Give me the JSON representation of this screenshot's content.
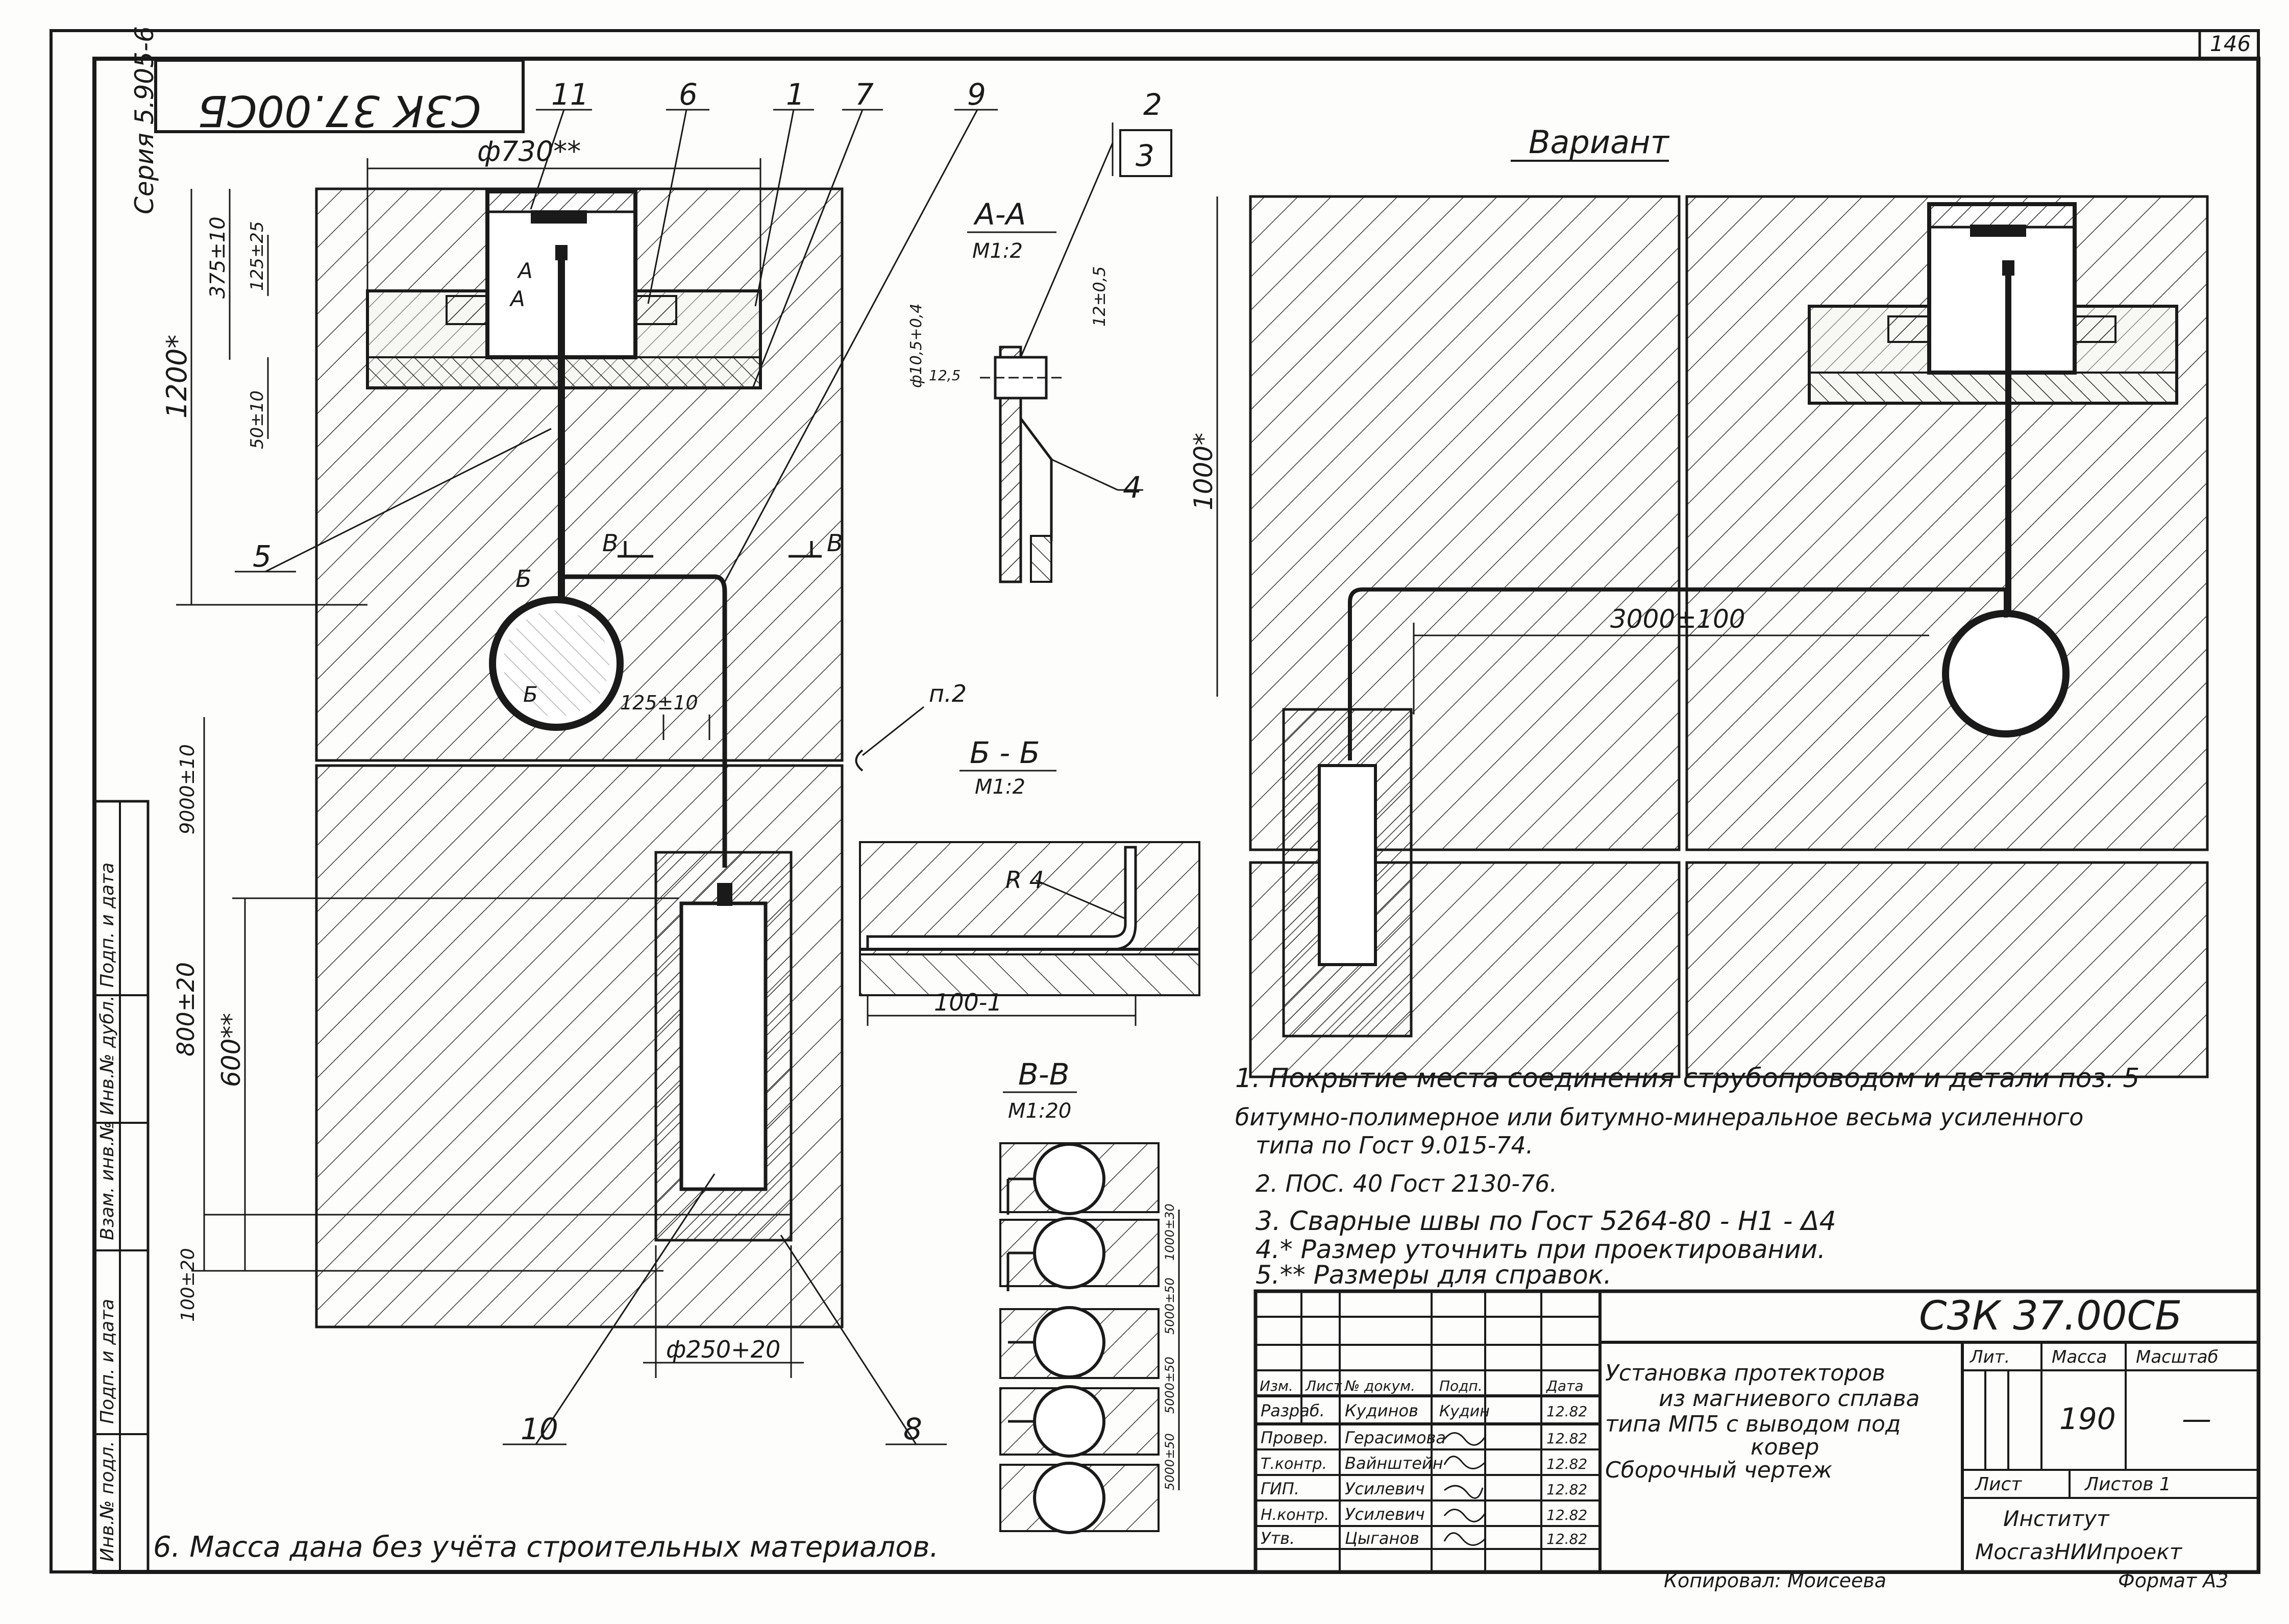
{
  "sheet": {
    "number": "146",
    "series": "Серия 5.905-6",
    "code_rotated": "С3К 37.00СБ",
    "copied_by": "Копировал: Моисеева",
    "format": "Формат А3"
  },
  "view_main": {
    "dims": {
      "diameter": "ф730**",
      "overall_h": "1200*",
      "top_h": "375±10",
      "cap_h": "125±25",
      "ring_h": "50±10",
      "offset": "125±10",
      "spacing": "9000±10",
      "anode_zone": "800±20",
      "anode_len": "600**",
      "bottom": "100±20",
      "anode_dia": "ф250+20"
    },
    "labels": {
      "cut_a": "А",
      "cut_b": "Б",
      "cut_v": "В",
      "note_ref": "п.2"
    }
  },
  "positions": [
    "11",
    "6",
    "1",
    "7",
    "9",
    "2",
    "3",
    "5",
    "4",
    "10",
    "8"
  ],
  "section_aa": {
    "title": "А-А",
    "scale": "М1:2",
    "d1": "ф10,5+0,4",
    "d2": "12±0,5",
    "d3": "12,5"
  },
  "section_bb": {
    "title": "Б - Б",
    "scale": "М1:2",
    "radius": "R 4",
    "length": "100-1"
  },
  "section_vv": {
    "title": "В-В",
    "scale": "М1:20",
    "dims": [
      "1000±30",
      "5000±50",
      "5000±50",
      "5000±50"
    ]
  },
  "variant": {
    "title": "Вариант",
    "dim_horizontal": "3000±100",
    "dim_vertical": "1000*"
  },
  "notes": [
    "1. Покрытие места соединения струбопроводом и детали поз. 5",
    "битумно-полимерное или битумно-минеральное весьма усиленного",
    "типа по Гост 9.015-74.",
    "2. ПОС. 40 Гост 2130-76.",
    "3. Сварные швы по Гост 5264-80 - Н1 - Δ4",
    "4.* Размер уточнить при проектировании.",
    "5.** Размеры для справок."
  ],
  "mass_note": "6. Масса дана без учёта строительных материалов.",
  "side_stamp": [
    "Инв.№ подл.",
    "Подп. и дата",
    "Взам. инв.№",
    "Инв.№ дубл.",
    "Подп. и дата"
  ],
  "title_block": {
    "code": "С3К 37.00СБ",
    "title_lines": [
      "Установка протекторов",
      "из магниевого сплава",
      "типа МП5 с выводом под",
      "ковер"
    ],
    "doc_type": "Сборочный чертеж",
    "col_headers": [
      "Изм.",
      "Лист",
      "№ докум.",
      "Подп.",
      "Дата"
    ],
    "rows": [
      {
        "role": "Разраб.",
        "name": "Кудинов",
        "sign": "Кудин",
        "date": "12.82"
      },
      {
        "role": "Провер.",
        "name": "Герасимова",
        "sign": "",
        "date": "12.82"
      },
      {
        "role": "Т.контр.",
        "name": "Вайнштейн",
        "sign": "",
        "date": "12.82"
      },
      {
        "role": "ГИП.",
        "name": "Усилевич",
        "sign": "",
        "date": "12.82"
      },
      {
        "role": "Н.контр.",
        "name": "Усилевич",
        "sign": "",
        "date": "12.82"
      },
      {
        "role": "Утв.",
        "name": "Цыганов",
        "sign": "",
        "date": "12.82"
      }
    ],
    "lit_label": "Лит.",
    "mass_label": "Масса",
    "scale_label": "Масштаб",
    "mass": "190",
    "scale": "—",
    "sheet_label": "Лист",
    "sheets_label": "Листов 1",
    "institute_label": "Институт",
    "institute": "МосгазНИИпроект"
  }
}
